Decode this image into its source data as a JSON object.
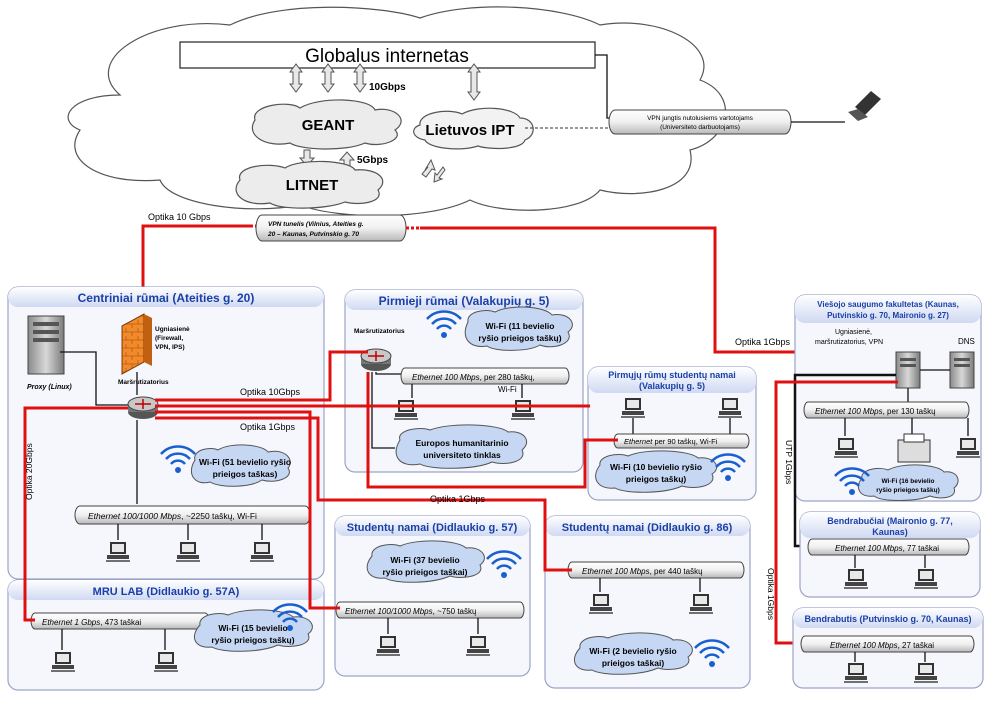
{
  "cloud": {
    "internet": "Globalus internetas",
    "geant": "GEANT",
    "litnet": "LITNET",
    "ipt": "Lietuvos IPT",
    "bw_10g": "10Gbps",
    "bw_5g": "5Gbps"
  },
  "vpn_users": {
    "line1": "VPN jungtis nutolusiems vartotojams",
    "line2": "(Universiteto darbuotojams)"
  },
  "vpn_tunnel": {
    "line1": "VPN tunelis (Vilnius, Ateities g.",
    "line2": "20 – Kaunas, Putvinskio g. 70"
  },
  "links": {
    "optika_10g_top": "Optika 10 Gbps",
    "optika_10g": "Optika 10Gbps",
    "optika_1g_a": "Optika 1Gbps",
    "optika_1g_right": "Optika 1Gbps",
    "optika_1g_mid": "Optika 1Gbps",
    "optika_20g": "Optika 20Gbps",
    "utp_1g": "UTP 1Gbps",
    "optika_1g_vert": "Optika 1Gbps"
  },
  "central": {
    "title": "Centriniai rūmai (Ateities  g. 20)",
    "proxy": "Proxy (Linux)",
    "fw1": "Ugniasienė",
    "fw2": "(Firewall,",
    "fw3": "VPN, IPS)",
    "router": "Maršrutizatorius",
    "wifi1": "Wi-Fi (51 bevielio ryšio",
    "wifi2": "prieigos taškas)",
    "eth_a": "Ethernet 100/1000 Mbps",
    "eth_b": ",  ~2250 taškų, Wi-Fi"
  },
  "first": {
    "title": "Pirmieji rūmai (Valakupių g. 5)",
    "router": "Maršrutizatorius",
    "wifi1": "Wi-Fi (11 bevielio",
    "wifi2": "ryšio prieigos taškų)",
    "eth_a": "Ethernet 100 Mbps",
    "eth_b": ", per 280 taškų,",
    "eth_c": "Wi-Fi",
    "ehu1": "Europos humanitarinio",
    "ehu2": "universiteto tinklas"
  },
  "first_dorm": {
    "title1": "Pirmųjų rūmų studentų namai",
    "title2": "(Valakupių g. 5)",
    "eth_a": "Ethernet",
    "eth_b": " per 90 taškų, Wi-Fi",
    "wifi1": "Wi-Fi (10 bevielio ryšio",
    "wifi2": "prieigos taškų)"
  },
  "public_sec": {
    "title1": "Viešojo saugumo fakultetas (Kaunas,",
    "title2": "Putvinskio g. 70, Maironio g. 27)",
    "fw1": "Ugniasienė,",
    "fw2": "maršrutizatorius, VPN",
    "dns": "DNS",
    "eth_a": "Ethernet 100 Mbps",
    "eth_b": ", per 130 taškų",
    "wifi1": "Wi-Fi (16 bevielio",
    "wifi2": "ryšio prieigos taškų)"
  },
  "dorm_maironio": {
    "title1": "Bendrabučiai (Maironio g. 77,",
    "title2": "Kaunas)",
    "eth_a": "Ethernet 100 Mbps",
    "eth_b": ", 77 taškai"
  },
  "dorm_putv": {
    "title": "Bendrabutis (Putvinskio g. 70, Kaunas)",
    "eth_a": "Ethernet 100 Mbps",
    "eth_b": ", 27 taškai"
  },
  "dorm57": {
    "title": "Studentų namai (Didlaukio g. 57)",
    "wifi1": "Wi-Fi (37 bevielio",
    "wifi2": "ryšio prieigos taškai)",
    "eth_a": "Ethernet 100/1000 Mbps",
    "eth_b": ",  ~750 taškų"
  },
  "dorm86": {
    "title": "Studentų namai (Didlaukio g. 86)",
    "eth_a": "Ethernet 100 Mbps",
    "eth_b": ", per 440 taškų",
    "wifi1": "Wi-Fi (2 bevielio ryšio",
    "wifi2": "prieigos taškai)"
  },
  "mrulab": {
    "title": "MRU LAB (Didlaukio g. 57A)",
    "eth_a": "Ethernet 1 Gbps",
    "eth_b": ", 473 taškai",
    "wifi1": "Wi-Fi (15 bevielio",
    "wifi2": "ryšio prieigos taškų)"
  }
}
